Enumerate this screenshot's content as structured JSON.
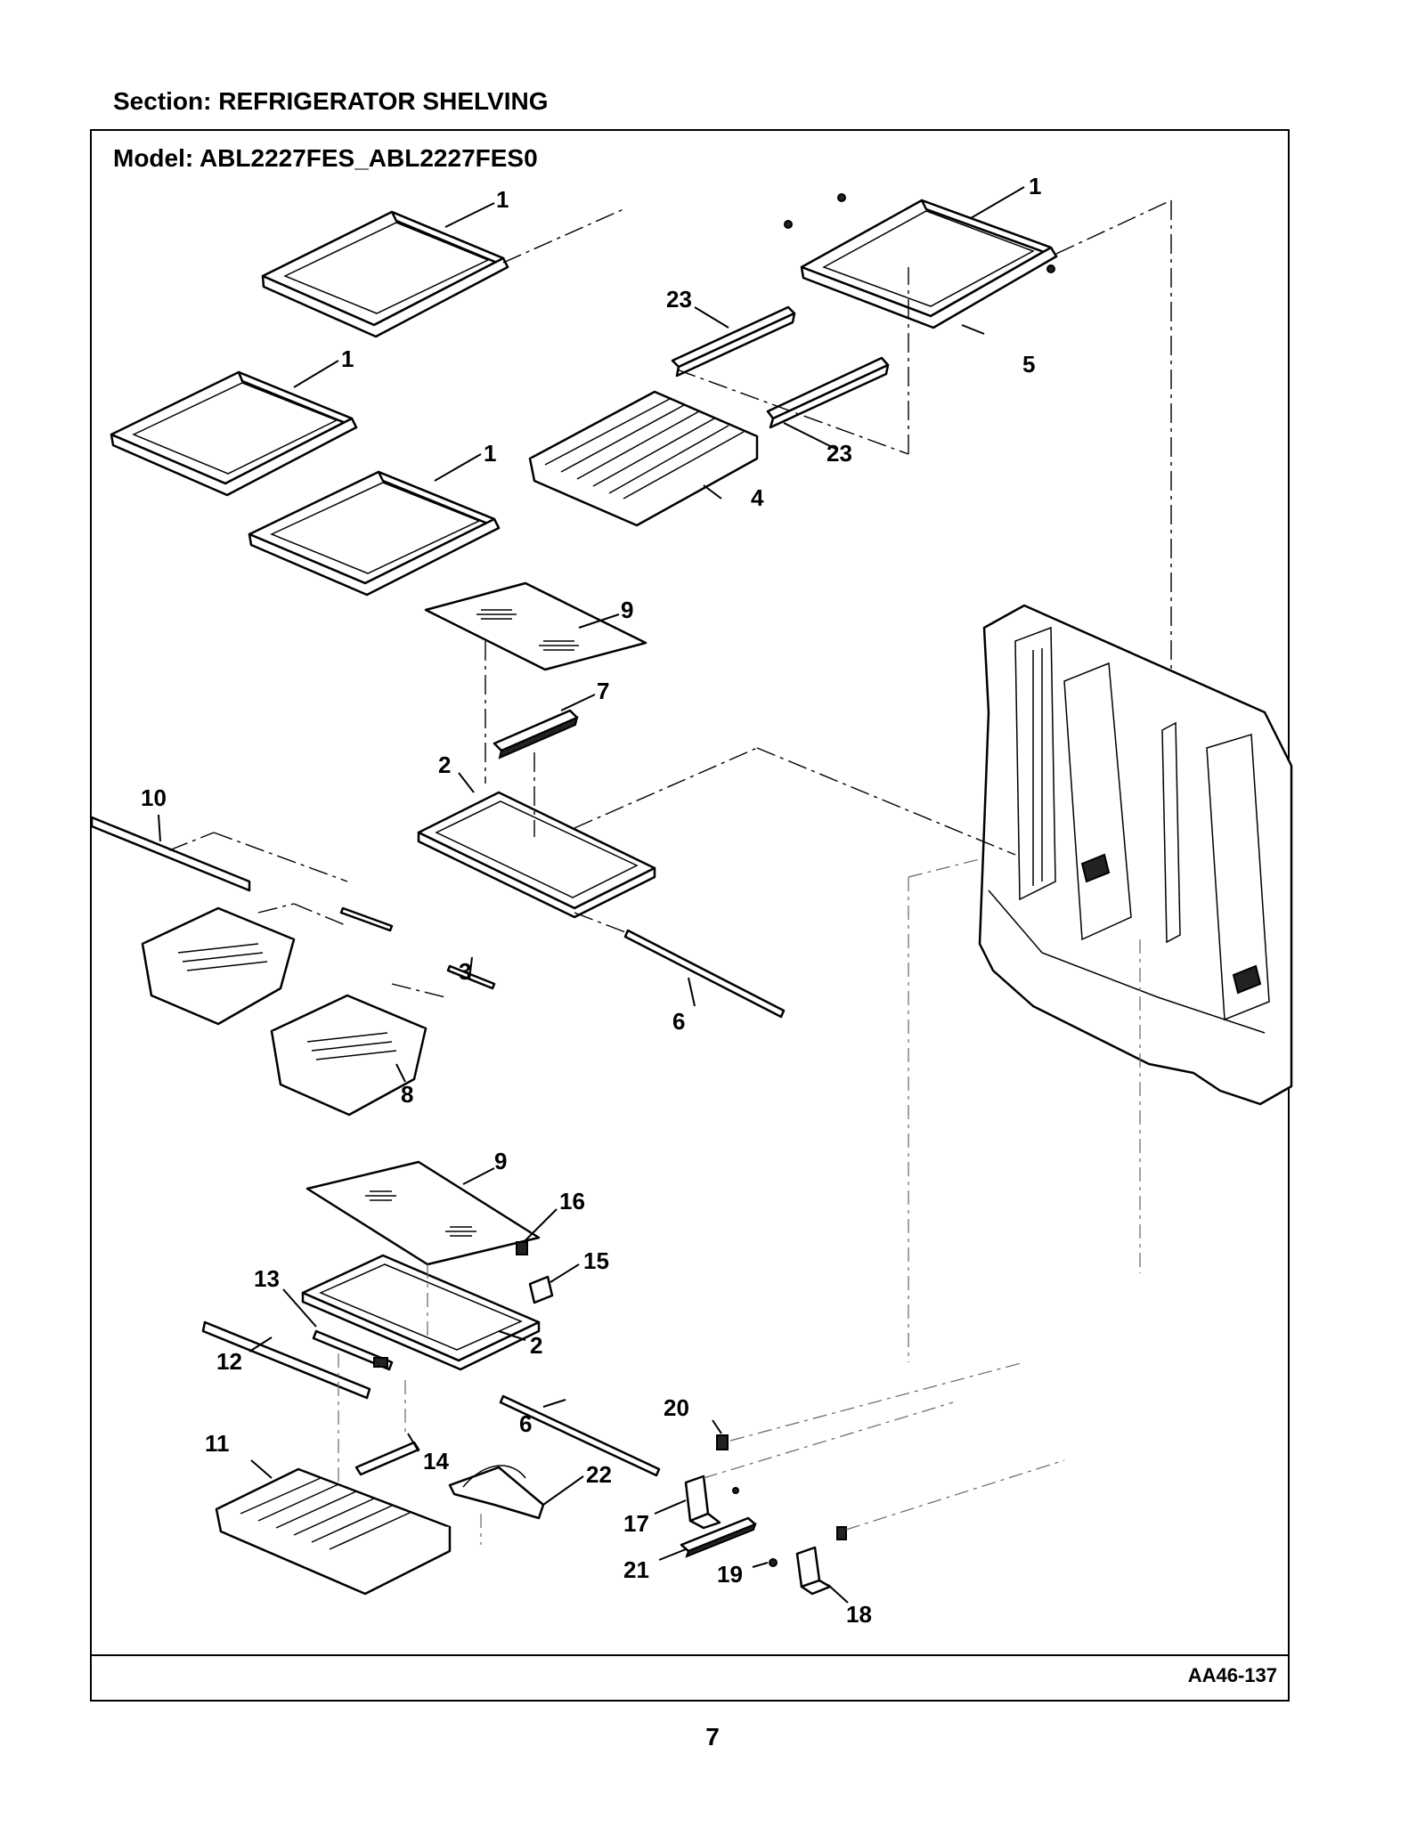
{
  "header": {
    "section": "Section:  REFRIGERATOR SHELVING",
    "model": "Model:  ABL2227FES_ABL2227FES0"
  },
  "footer": {
    "drawing_code": "AA46-137",
    "page_number": "7"
  },
  "callouts": {
    "shelf_a": "1",
    "shelf_b": "1",
    "shelf_c": "1",
    "shelf_d": "1",
    "pan_frame_upper": "2",
    "pan_frame_lower": "2",
    "slide_upper": "3",
    "wire_basket": "4",
    "screw": "5",
    "rod_upper": "6",
    "rod_lower": "6",
    "clip_7": "7",
    "crisper_drawer": "8",
    "glass_upper": "9",
    "glass_lower": "9",
    "trim_10": "10",
    "deli_drawer": "11",
    "trim_12": "12",
    "part_13": "13",
    "part_14": "14",
    "part_15": "15",
    "part_16": "16",
    "bracket_17": "17",
    "bracket_18": "18",
    "screw_19": "19",
    "part_20": "20",
    "part_21": "21",
    "part_22": "22",
    "rail_upper": "23",
    "rail_lower": "23"
  }
}
